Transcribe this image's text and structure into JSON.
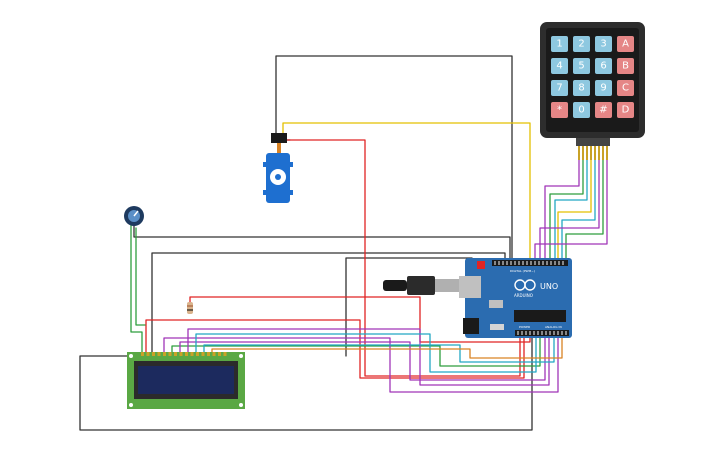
{
  "keypad": {
    "keys": [
      "1",
      "2",
      "3",
      "A",
      "4",
      "5",
      "6",
      "B",
      "7",
      "8",
      "9",
      "C",
      "*",
      "0",
      "#",
      "D"
    ],
    "digit_color": "#8ec8e0",
    "letter_color": "#e58686",
    "frame_color": "#2d2d2d"
  },
  "arduino": {
    "brand": "ARDUINO",
    "model": "UNO",
    "board_color": "#2b6cb0",
    "header_labels": [
      "DIGITAL (PWM~)",
      "POWER",
      "ANALOG IN"
    ]
  },
  "colors": {
    "black": "#333333",
    "red": "#e02424",
    "yellow": "#e3c000",
    "green": "#2e9e3e",
    "purple": "#a035b8",
    "cyan": "#22a7c4",
    "orange": "#d98324",
    "lcd_green": "#5aa844",
    "lcd_screen": "#1c2a5e",
    "servo_blue": "#1e6fd0"
  }
}
